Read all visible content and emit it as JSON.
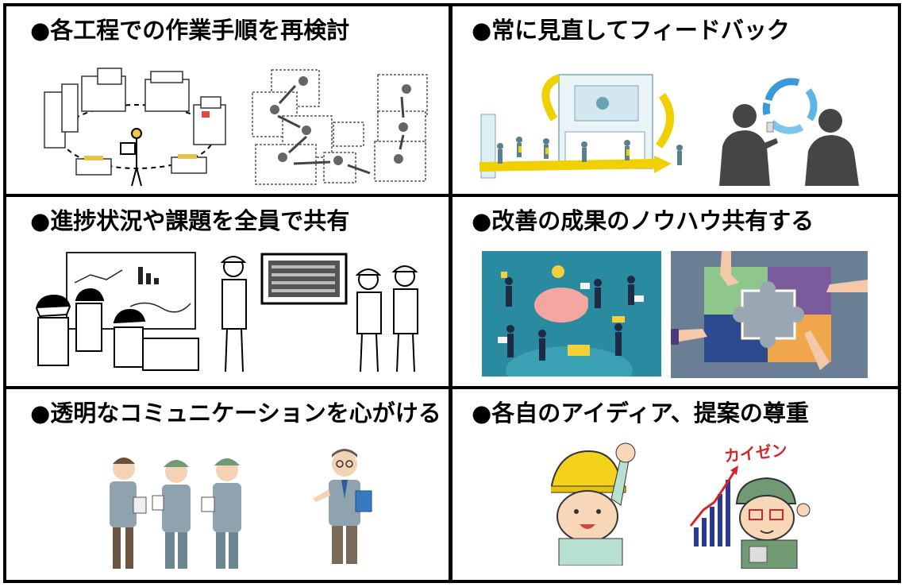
{
  "panels": [
    {
      "title": "●各工程での作業手順を再検討"
    },
    {
      "title": "●常に見直してフィードバック"
    },
    {
      "title": "●進捗状況や課題を全員で共有"
    },
    {
      "title": "●改善の成果のノウハウ共有する"
    },
    {
      "title": "●透明なコミュニケーションを心がける"
    },
    {
      "title": "●各自のアイディア、提案の尊重"
    }
  ],
  "illustration_text": {
    "kaizen": "カイゼン"
  },
  "colors": {
    "border": "#000000",
    "work_uniform": "#8fa3ae",
    "cap_green": "#6f9a74",
    "helmet_yellow": "#f4d21c",
    "teal_bg": "#2a8aa0",
    "puzzle_bg": "#6a7f93",
    "kaizen_red": "#d3252a"
  },
  "icons": [
    "factory-layout-illustration",
    "workflow-diagram-illustration",
    "factory-feedback-illustration",
    "discussion-silhouette-illustration",
    "meeting-chart-illustration",
    "board-presentation-illustration",
    "teamwork-piggybank-illustration",
    "puzzle-hands-illustration",
    "workers-communication-illustration",
    "manager-clipboard-illustration",
    "raised-hand-helmet-illustration",
    "kaizen-worker-illustration"
  ]
}
